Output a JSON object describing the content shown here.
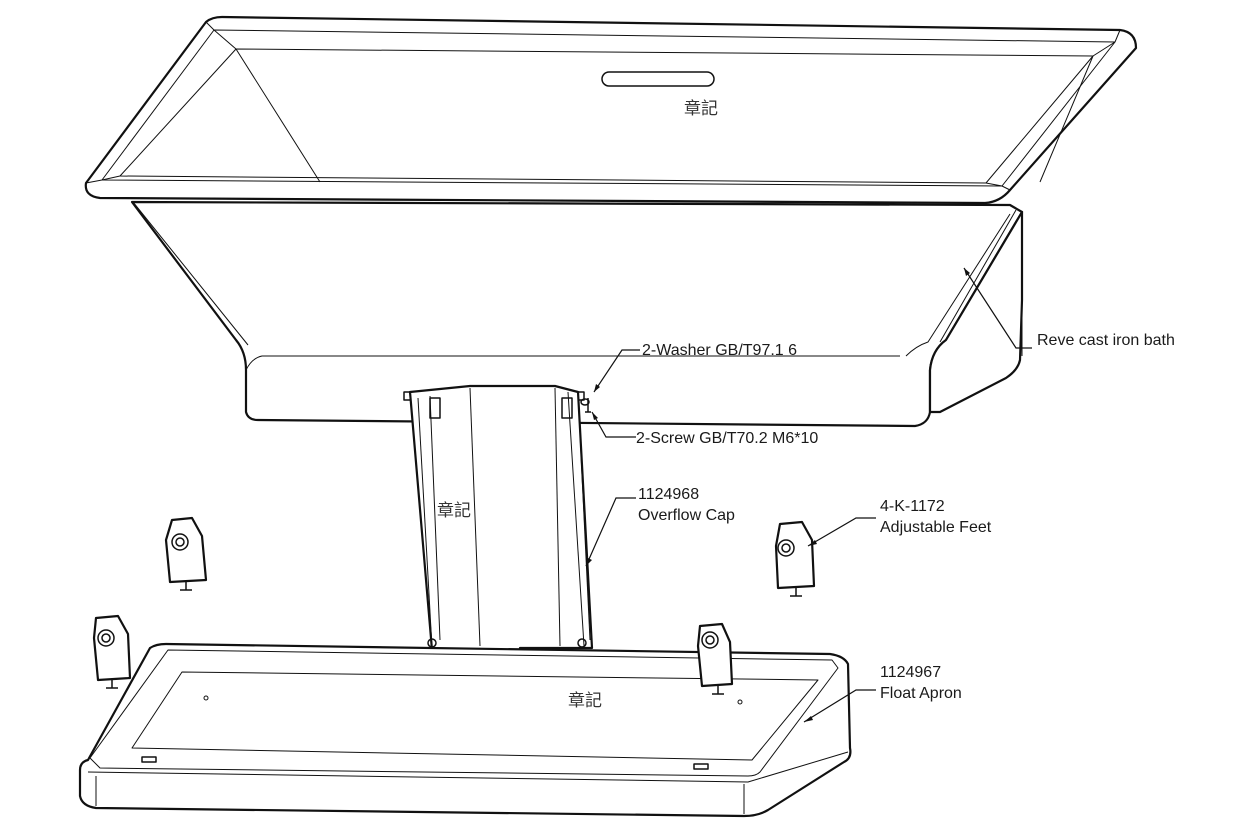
{
  "diagram": {
    "callouts": {
      "bath": {
        "line1": "Reve cast iron bath"
      },
      "washer": {
        "line1": "2-Washer GB/T97.1 6"
      },
      "screw": {
        "line1": "2-Screw GB/T70.2 M6*10"
      },
      "overflow_cap": {
        "line1": "1124968",
        "line2": "Overflow Cap"
      },
      "feet": {
        "line1": "4-K-1172",
        "line2": "Adjustable Feet"
      },
      "apron": {
        "line1": "1124967",
        "line2": "Float Apron"
      }
    },
    "watermarks": [
      "章記",
      "章記",
      "章記"
    ]
  }
}
